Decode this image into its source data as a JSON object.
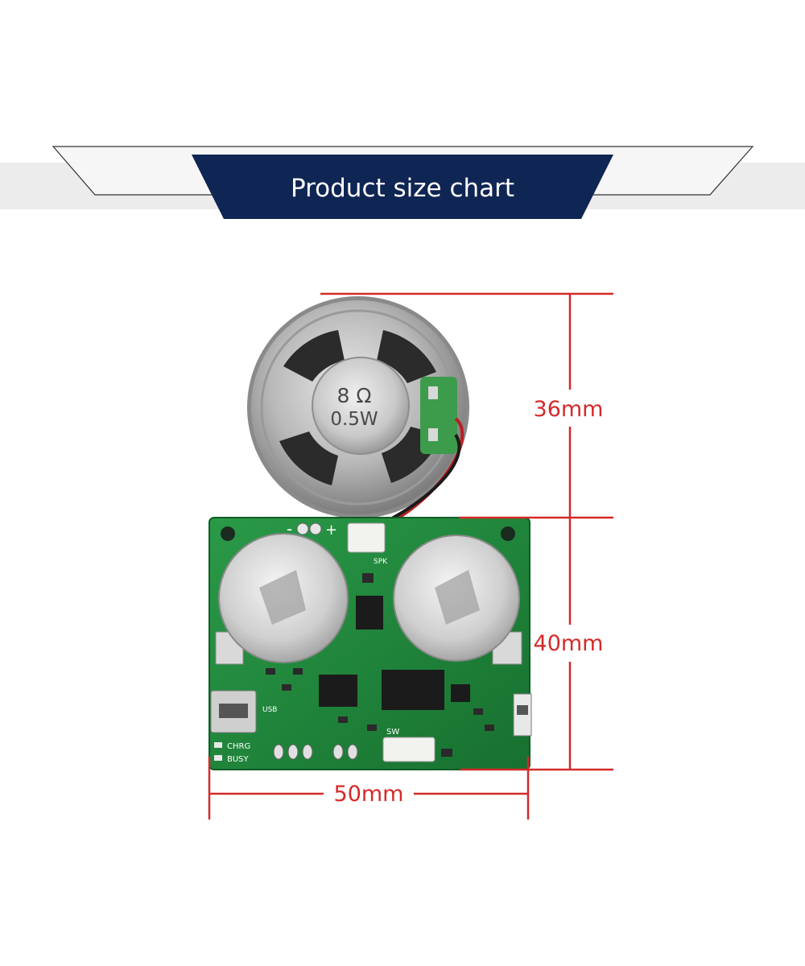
{
  "banner": {
    "title": "Product size chart"
  },
  "speaker_marking": {
    "impedance": "8 Ω",
    "power": "0.5W"
  },
  "board_labels": {
    "minus": "-",
    "plus": "+",
    "spk": "SPK",
    "usb": "USB",
    "chrg": "CHRG",
    "busy": "BUSY",
    "sw": "SW"
  },
  "dimensions": {
    "speaker_height": "36mm",
    "board_height": "40mm",
    "board_width": "50mm"
  },
  "colors": {
    "banner_navy": "#0f2553",
    "dimension_red": "#d42a2a",
    "pcb_green": "#1f8a3c"
  }
}
